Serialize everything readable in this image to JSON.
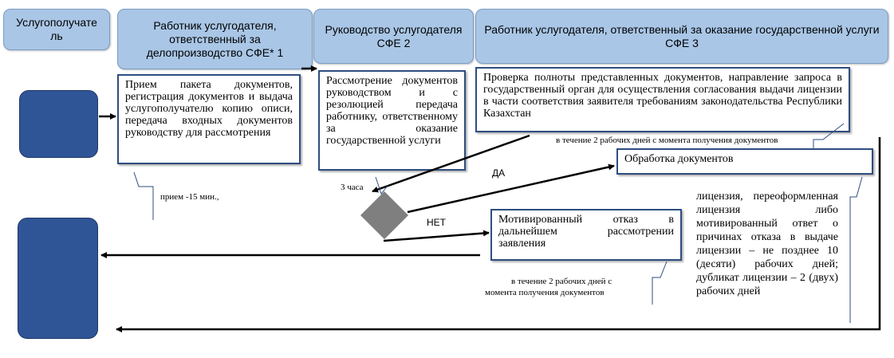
{
  "lanes": [
    "Услугополучате ль",
    "Работник услугодателя, ответственный за делопроизводство СФЕ* 1",
    "Руководство услугодателя СФЕ 2",
    "Работник услугодателя, ответственный за оказание государственной услуги СФЕ 3"
  ],
  "boxes": {
    "reception": "Прием пакета документов, регистрация документов и выдача услугополучателю копию описи, передача входных документов руководству для рассмотрения",
    "review": "Рассмотрение документов руководством и с резолюцией передача работнику, ответственному за оказание государственной услуги",
    "check": "Проверка полноты представленных документов, направление запроса в государственный орган для осуществления согласования выдачи лицензии в части соответствия заявителя требованиям законодательства Республики Казахстан",
    "processing": "Обработка документов",
    "refusal": "Мотивированный отказ в дальнейшем рассмотрении заявления"
  },
  "notes": {
    "reception_time": "прием -15 мин.,",
    "review_time": "3 часа",
    "check_time": "в течение 2 рабочих дней с момента получения документов",
    "refusal_time_1": "в течение 2 рабочих дней с",
    "refusal_time_2": "момента получения документов",
    "yes": "ДА",
    "no": "НЕТ"
  },
  "result": "лицензия, переоформленная лицензия либо мотивированный ответ о причинах отказа в выдаче лицензии – не позднее 10 (десяти) рабочих дней; дубликат лицензии – 2 (двух) рабочих дней",
  "colors": {
    "lane_fill": "#a9c6e6",
    "node_fill": "#2f5597",
    "box_border": "#2f4d80",
    "decision_fill": "#7f7f7f"
  }
}
